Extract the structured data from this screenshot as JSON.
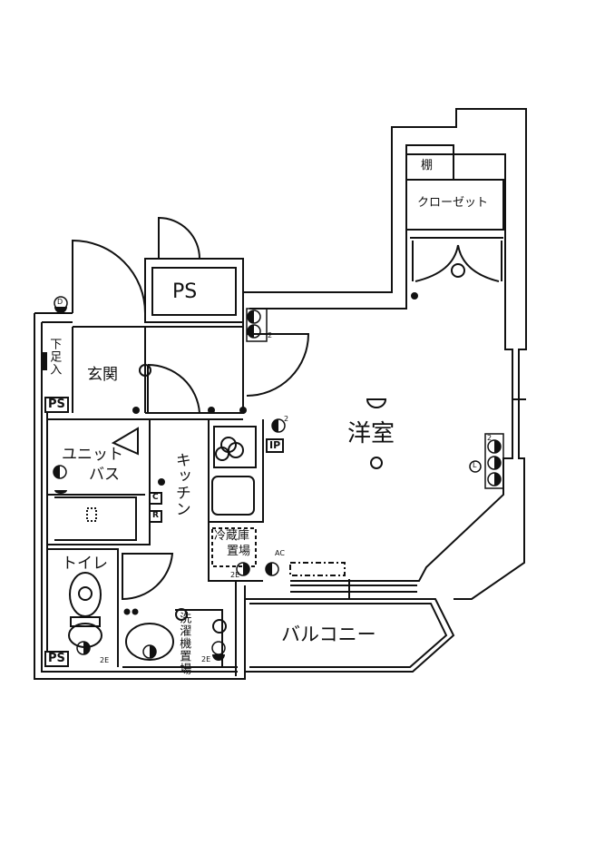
{
  "rooms": {
    "western_room": "洋室",
    "closet": "クローゼット",
    "shelf": "棚",
    "balcony": "バルコニー",
    "entrance": "玄関",
    "shoe_storage": "下足入",
    "unit_bath": [
      "ユニット",
      "バス"
    ],
    "kitchen": "キッチン",
    "toilet": "トイレ",
    "fridge_space": [
      "冷蔵庫",
      "置場"
    ],
    "washer_space": "洗濯機置場",
    "ps_main": "PS",
    "ps_left": "PS",
    "ps_bottom": "PS"
  },
  "symbols": {
    "c": "C",
    "r": "R",
    "ip": "IP",
    "d": "D",
    "l": "L",
    "ac": "AC",
    "two_a": "2",
    "two_b": "2",
    "two_c": "2",
    "twoE_a": "2E",
    "twoE_b": "2E",
    "twoE_c": "2E"
  }
}
